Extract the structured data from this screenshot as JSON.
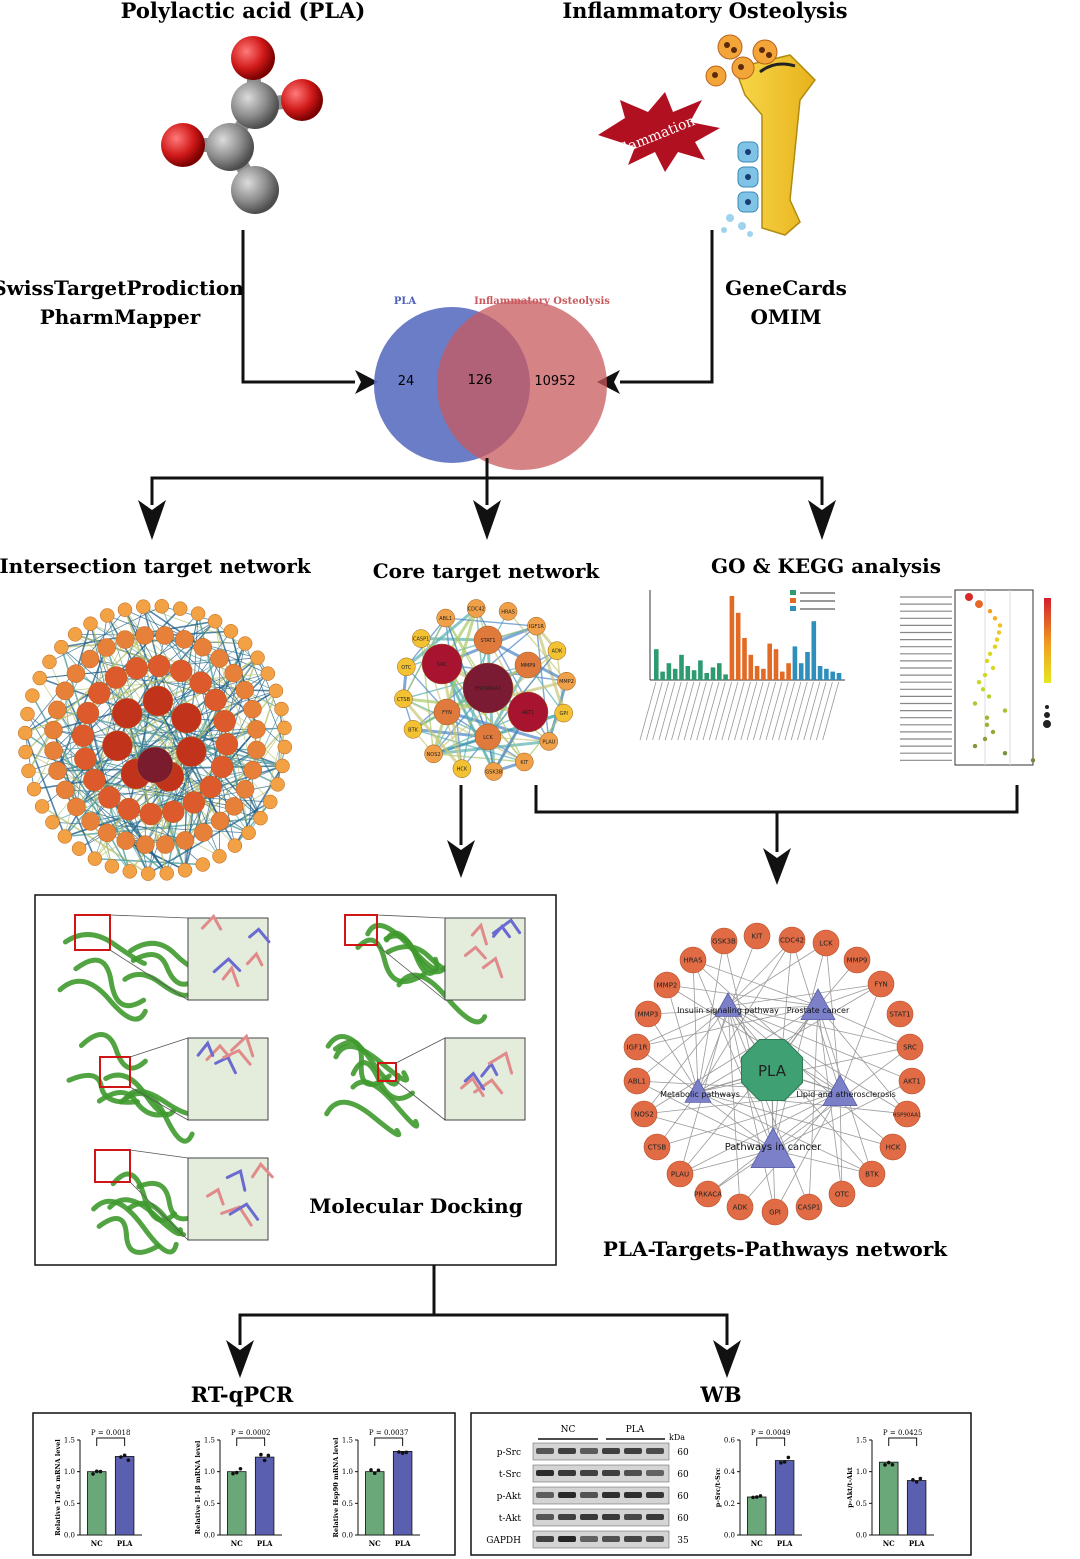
{
  "top": {
    "pla_title": "Polylactic acid (PLA)",
    "osteolysis_title": "Inflammatory Osteolysis",
    "inflammation_label": "Inflammation",
    "left_sources": [
      "SwissTargetProdiction",
      "PharmMapper"
    ],
    "right_sources": [
      "GeneCards",
      "OMIM"
    ]
  },
  "venn": {
    "left_label": "PLA",
    "right_label": "Inflammatory Osteolysis",
    "left_only": "24",
    "overlap": "126",
    "right_only": "10952"
  },
  "section_titles": {
    "intersection": "Intersection target network",
    "core": "Core target network",
    "go_kegg": "GO & KEGG analysis",
    "docking": "Molecular Docking",
    "pathways_network": "PLA-Targets-Pathways network",
    "rtqpcr": "RT-qPCR",
    "wb": "WB"
  },
  "core_network": {
    "genes": [
      "ABL1",
      "CDC42",
      "HRAS",
      "IGF1R",
      "STAT1",
      "ADK",
      "MMP2",
      "SRC",
      "MMP9",
      "GPI",
      "PLAU",
      "HSP90AA1",
      "KIT",
      "FYN",
      "AKT1",
      "GSK3B",
      "HCK",
      "LCK",
      "NOS2",
      "BTK",
      "CTSB",
      "OTC",
      "CASP1"
    ]
  },
  "pla_network": {
    "center": "PLA",
    "pathways": [
      "Insulin signaling pathway",
      "Prostate cancer",
      "Metabolic pathways",
      "Lipid and atherosclerosis",
      "Pathways in cancer"
    ],
    "genes": [
      "GSK3B",
      "KIT",
      "CDC42",
      "LCK",
      "HRAS",
      "MMP9",
      "MMP2",
      "FYN",
      "MMP3",
      "STAT1",
      "IGF1R",
      "SRC",
      "ABL1",
      "AKT1",
      "NOS2",
      "HSP90AA1",
      "CTSB",
      "HCK",
      "PLAU",
      "BTK",
      "PRKACA",
      "OTC",
      "ADK",
      "GPI",
      "CASP1"
    ]
  },
  "rtqpcr": {
    "panels": [
      {
        "ylabel": "Relative Tnf-α mRNA level",
        "p": "P = 0.0018",
        "categories": [
          "NC",
          "PLA"
        ],
        "values": [
          1.0,
          1.24
        ],
        "ylim": [
          0,
          1.5
        ],
        "ticks": [
          "0.0",
          "0.5",
          "1.0",
          "1.5"
        ]
      },
      {
        "ylabel": "Relative Il-1β mRNA level",
        "p": "P = 0.0002",
        "categories": [
          "NC",
          "PLA"
        ],
        "values": [
          1.0,
          1.23
        ],
        "ylim": [
          0,
          1.5
        ],
        "ticks": [
          "0.0",
          "0.5",
          "1.0",
          "1.5"
        ]
      },
      {
        "ylabel": "Relative Hsp90 mRNA level",
        "p": "P = 0.0037",
        "categories": [
          "NC",
          "PLA"
        ],
        "values": [
          1.0,
          1.32
        ],
        "ylim": [
          0,
          1.5
        ],
        "ticks": [
          "0.0",
          "0.5",
          "1.0",
          "1.5"
        ]
      }
    ]
  },
  "wb": {
    "groups": [
      "NC",
      "PLA"
    ],
    "kda_label": "kDa",
    "rows": [
      {
        "name": "p-Src",
        "kda": "60"
      },
      {
        "name": "t-Src",
        "kda": "60"
      },
      {
        "name": "p-Akt",
        "kda": "60"
      },
      {
        "name": "t-Akt",
        "kda": "60"
      },
      {
        "name": "GAPDH",
        "kda": "35"
      }
    ],
    "panels": [
      {
        "ylabel": "p-Src/t-Src",
        "p": "P = 0.0049",
        "categories": [
          "NC",
          "PLA"
        ],
        "values": [
          0.24,
          0.47
        ],
        "ylim": [
          0,
          0.6
        ],
        "ticks": [
          "0.0",
          "0.2",
          "0.4",
          "0.6"
        ]
      },
      {
        "ylabel": "p-Akt/t-Akt",
        "p": "P = 0.0425",
        "categories": [
          "NC",
          "PLA"
        ],
        "values": [
          1.15,
          0.86
        ],
        "ylim": [
          0,
          1.5
        ],
        "ticks": [
          "0.0",
          "0.5",
          "1.0",
          "1.5"
        ]
      }
    ]
  },
  "colors": {
    "venn_left": "#5b6fc0",
    "venn_right": "#c85a5e",
    "gene_node": "#e06b45",
    "pathway_node": "#7b80c8",
    "pla_node": "#3fa073",
    "bar_nc": "#6aa879",
    "bar_pla": "#5b5fb0"
  }
}
